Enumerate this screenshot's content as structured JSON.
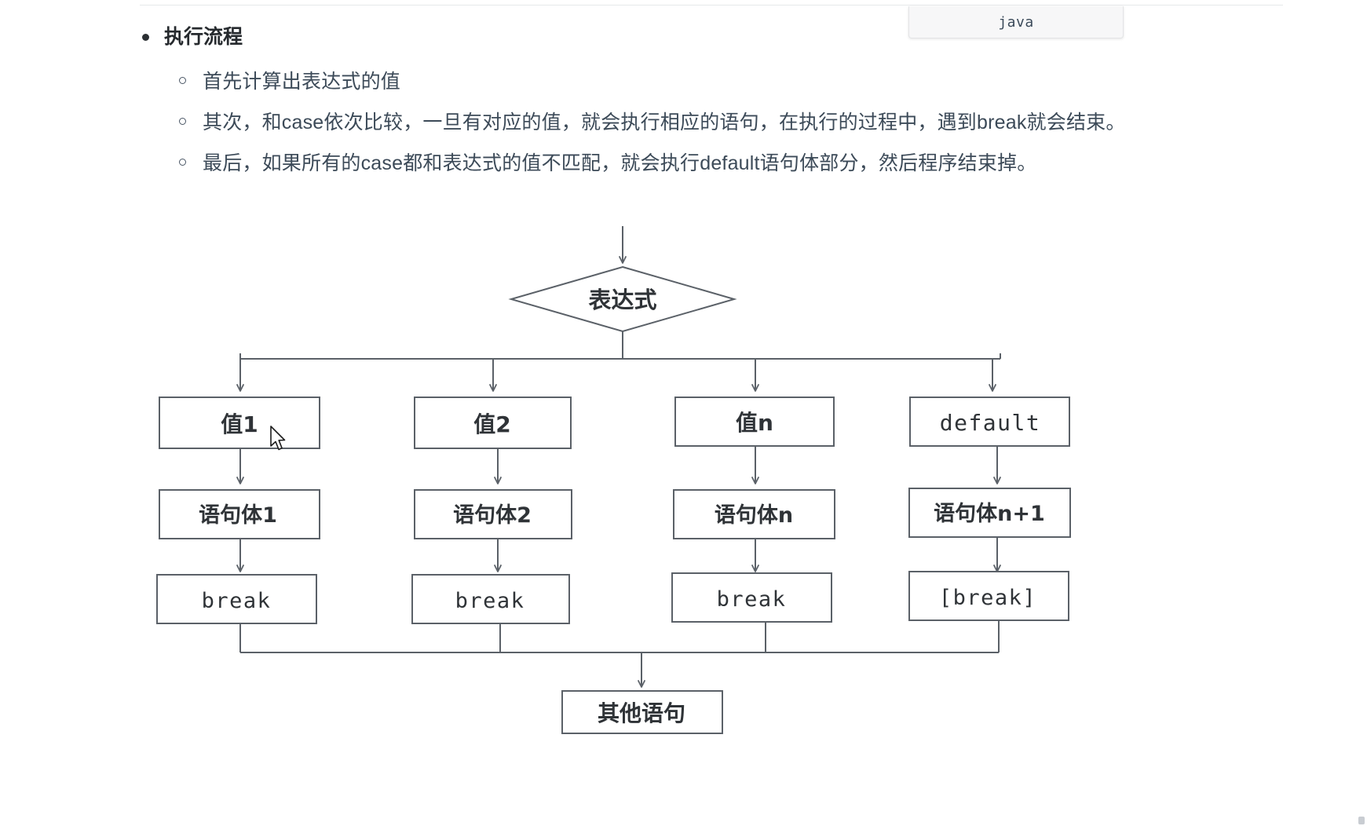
{
  "tab": {
    "label": "java"
  },
  "outline": {
    "heading": "执行流程",
    "steps": [
      "首先计算出表达式的值",
      "其次，和case依次比较，一旦有对应的值，就会执行相应的语句，在执行的过程中，遇到break就会结束。",
      "最后，如果所有的case都和表达式的值不匹配，就会执行default语句体部分，然后程序结束掉。"
    ]
  },
  "flowchart": {
    "decision": "表达式",
    "branches": [
      {
        "value": "值1",
        "body": "语句体1",
        "terminator": "break"
      },
      {
        "value": "值2",
        "body": "语句体2",
        "terminator": "break"
      },
      {
        "value": "值n",
        "body": "语句体n",
        "terminator": "break"
      },
      {
        "value": "default",
        "body": "语句体n+1",
        "terminator": "[break]"
      }
    ],
    "end": "其他语句"
  },
  "colors": {
    "stroke": "#5b6168",
    "text": "#2f3337",
    "body_text": "#3c4a58",
    "heading": "#262a2e",
    "chip_bg": "#f7f7f8"
  }
}
